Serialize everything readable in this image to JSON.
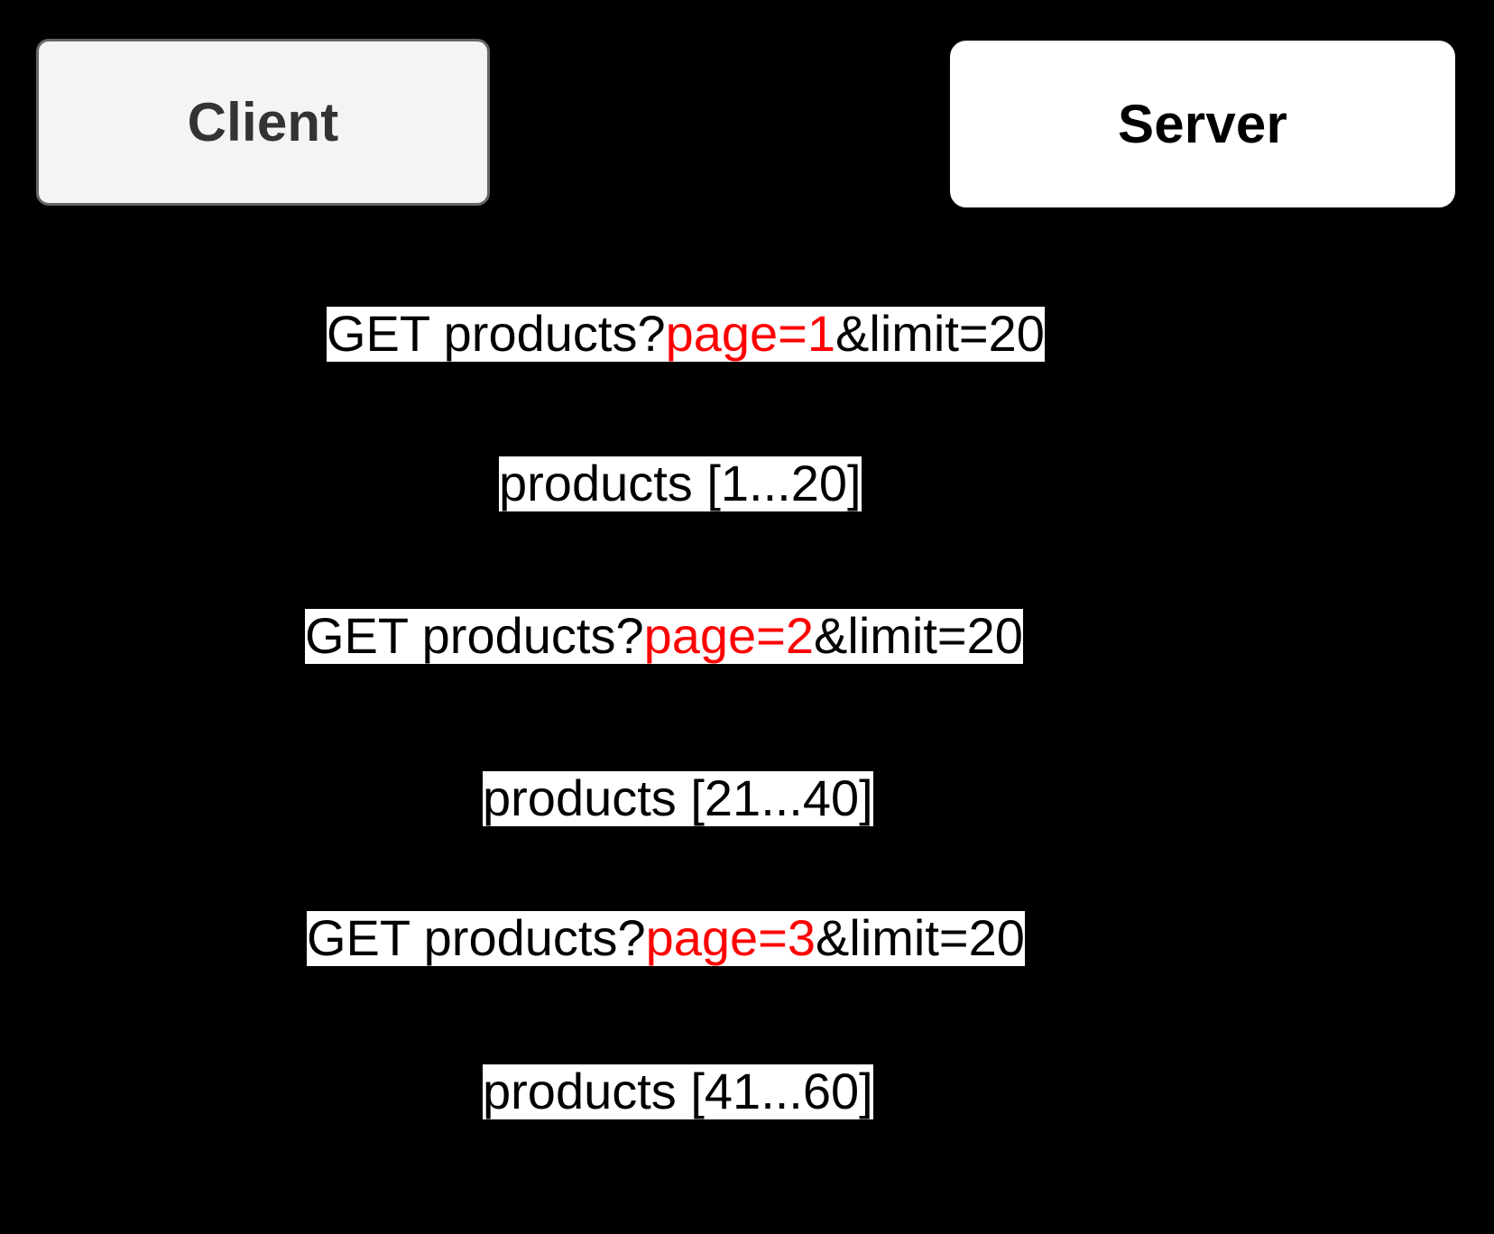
{
  "diagram": {
    "type": "sequence-diagram",
    "background_color": "#000000",
    "highlight_color": "#ff0000",
    "text_color": "#000000",
    "label_background": "#ffffff"
  },
  "participants": [
    {
      "id": "client",
      "label": "Client",
      "fill": "#f4f4f4",
      "border": "#666666",
      "text_color": "#333333"
    },
    {
      "id": "server",
      "label": "Server",
      "fill": "#ffffff",
      "border": "#ffffff",
      "text_color": "#000000"
    }
  ],
  "messages": [
    {
      "index": 1,
      "from": "client",
      "to": "server",
      "kind": "request",
      "prefix": "GET products?",
      "highlight": "page=1",
      "suffix": "&limit=20",
      "full_text": "GET products?page=1&limit=20"
    },
    {
      "index": 2,
      "from": "server",
      "to": "client",
      "kind": "response",
      "prefix": "products [1...20]",
      "highlight": "",
      "suffix": "",
      "full_text": "products [1...20]"
    },
    {
      "index": 3,
      "from": "client",
      "to": "server",
      "kind": "request",
      "prefix": "GET products?",
      "highlight": "page=2",
      "suffix": "&limit=20",
      "full_text": "GET products?page=2&limit=20"
    },
    {
      "index": 4,
      "from": "server",
      "to": "client",
      "kind": "response",
      "prefix": "products [21...40]",
      "highlight": "",
      "suffix": "",
      "full_text": "products [21...40]"
    },
    {
      "index": 5,
      "from": "client",
      "to": "server",
      "kind": "request",
      "prefix": "GET products?",
      "highlight": "page=3",
      "suffix": "&limit=20",
      "full_text": "GET products?page=3&limit=20"
    },
    {
      "index": 6,
      "from": "server",
      "to": "client",
      "kind": "response",
      "prefix": "products [41...60]",
      "highlight": "",
      "suffix": "",
      "full_text": "products [41...60]"
    }
  ]
}
